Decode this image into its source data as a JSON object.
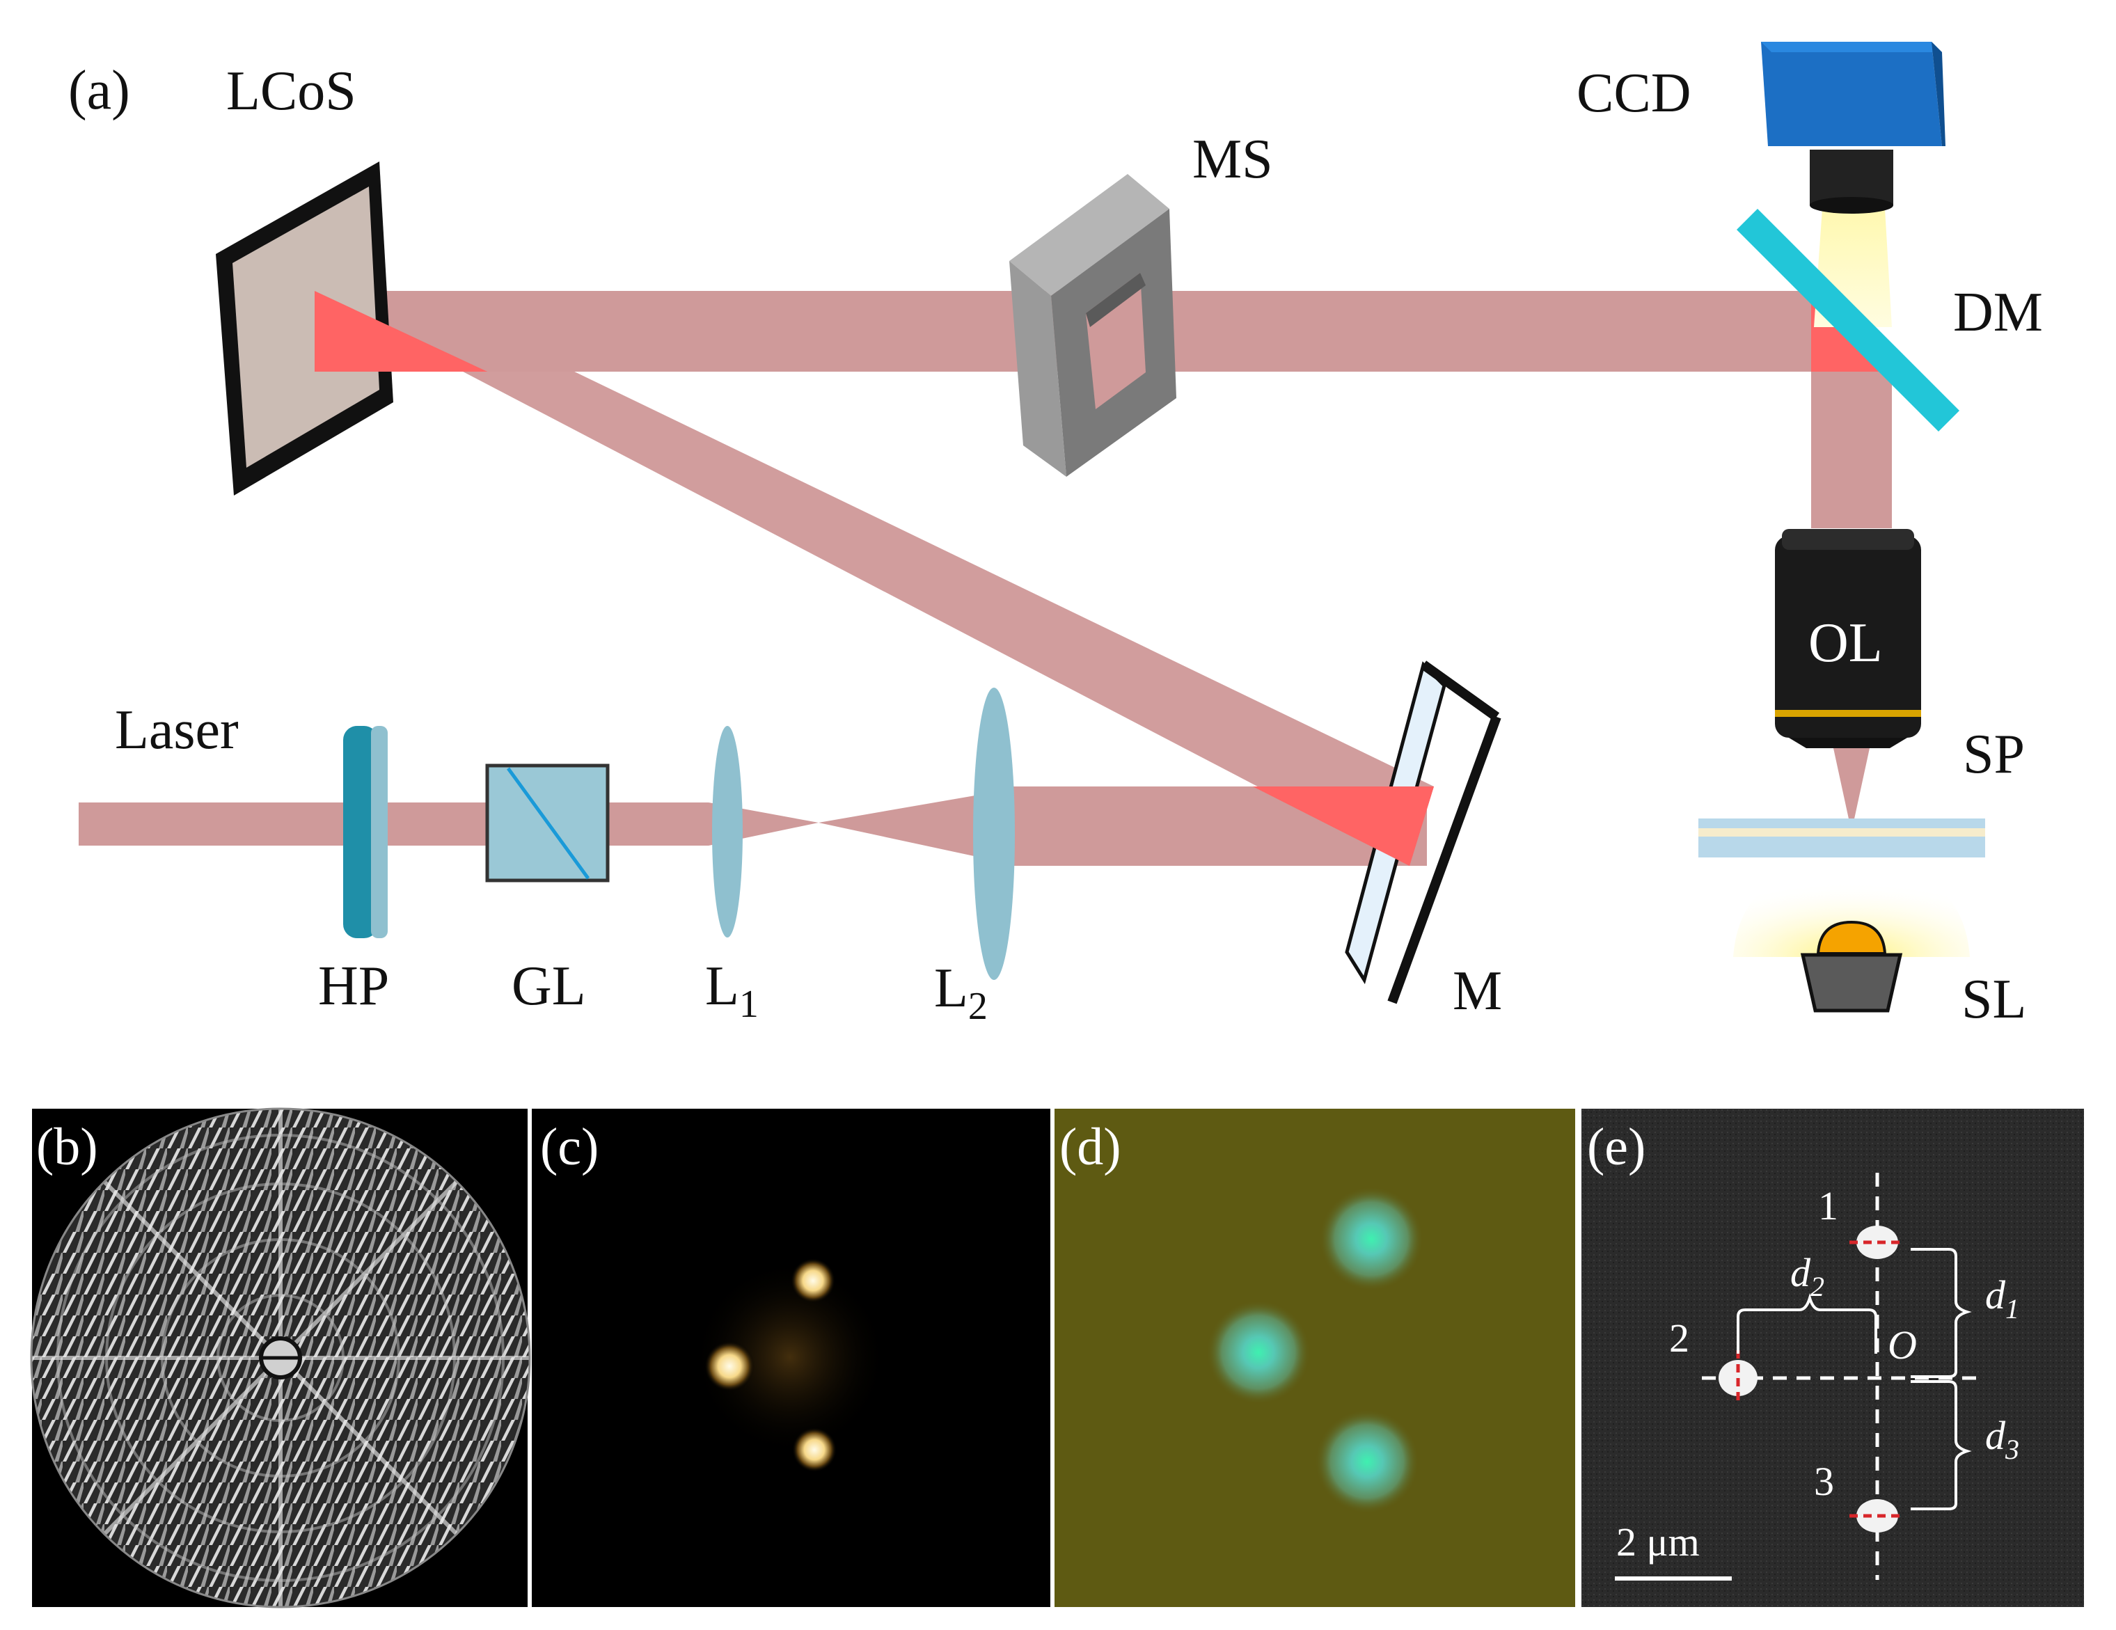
{
  "panels": {
    "a": {
      "tag": "(a)",
      "labels": {
        "lcos": "LCoS",
        "ms": "MS",
        "ccd": "CCD",
        "dm": "DM",
        "laser": "Laser",
        "hp": "HP",
        "gl": "GL",
        "l1_main": "L",
        "l1_sub": "1",
        "l2_main": "L",
        "l2_sub": "2",
        "m": "M",
        "ol": "OL",
        "sp": "SP",
        "sl": "SL"
      }
    },
    "b": {
      "tag": "(b)"
    },
    "c": {
      "tag": "(c)"
    },
    "d": {
      "tag": "(d)"
    },
    "e": {
      "tag": "(e)",
      "spot1": "1",
      "spot2": "2",
      "spot3": "3",
      "origin": "O",
      "d1_main": "d",
      "d1_sub": "1",
      "d2_main": "d",
      "d2_sub": "2",
      "d3_main": "d",
      "d3_sub": "3",
      "scalebar": "2 μm"
    }
  },
  "colors": {
    "beam": "#cf9a9a",
    "beam_hot": "#ff6464",
    "lens": "#8fc0cf",
    "hp": "#1f8fa8",
    "dm": "#22c6d8",
    "ccd": "#1c6fc4",
    "panel_d_bg": "#5e5a12",
    "panel_d_spot": "#3fd8b8"
  }
}
